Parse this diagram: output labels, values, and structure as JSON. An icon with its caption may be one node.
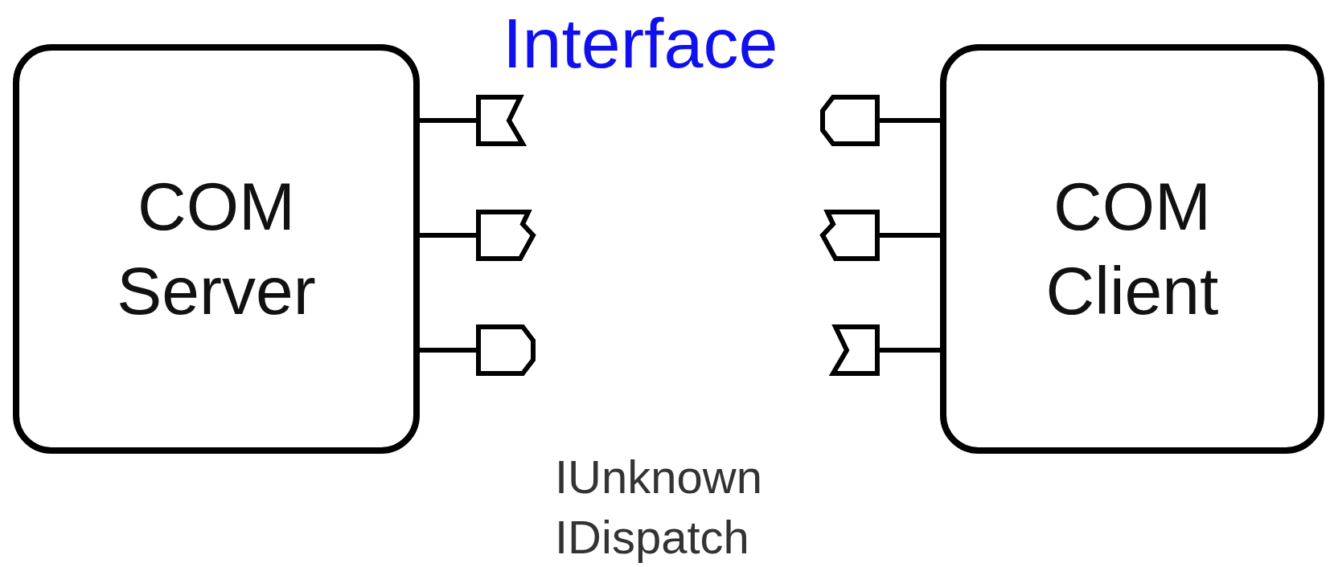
{
  "diagram": {
    "nodes": [
      {
        "text": [
          "COM Server"
        ]
      },
      {
        "text": [
          "COM Client"
        ]
      },
      {
        "text": [],
        "shape": "plug"
      },
      {
        "text": [],
        "shape": "plug"
      },
      {
        "text": [],
        "shape": "plug"
      },
      {
        "text": [],
        "shape": "plug"
      },
      {
        "text": [],
        "shape": "plug"
      },
      {
        "text": [],
        "shape": "plug"
      }
    ],
    "edges": [
      {
        "from": 0,
        "to": 2,
        "arrow": "none"
      },
      {
        "from": 0,
        "to": 3,
        "arrow": "none"
      },
      {
        "from": 0,
        "to": 4,
        "arrow": "none"
      },
      {
        "from": 1,
        "to": 5,
        "arrow": "none"
      },
      {
        "from": 1,
        "to": 6,
        "arrow": "none"
      },
      {
        "from": 1,
        "to": 7,
        "arrow": "none"
      }
    ],
    "labels": [
      "Interface",
      "IUnknown",
      "IDispatch"
    ]
  }
}
